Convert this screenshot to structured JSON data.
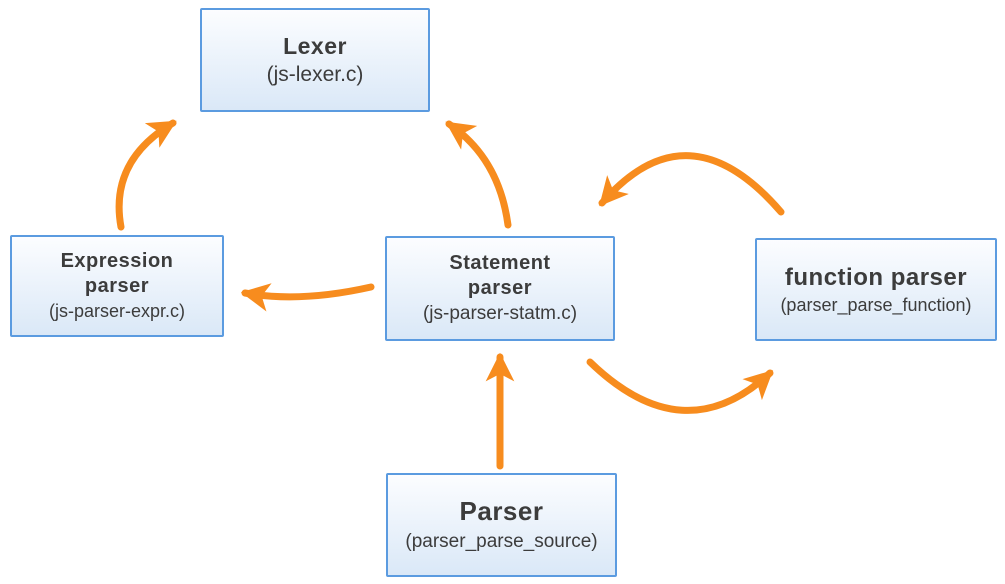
{
  "diagram": {
    "colors": {
      "background": "#ffffff",
      "accent_orange": "#F78C1E",
      "box_border": "#5B9BE0",
      "box_fill_top": "#FCFDFF",
      "box_fill_bottom": "#DAE8F7",
      "text_color": "#3C3C3C"
    },
    "nodes": [
      {
        "id": "lexer",
        "lines": [
          "Lexer"
        ],
        "subtitle": "(js-lexer.c)"
      },
      {
        "id": "expression-parser",
        "lines": [
          "Expression",
          "parser"
        ],
        "subtitle": "(js-parser-expr.c)"
      },
      {
        "id": "statement-parser",
        "lines": [
          "Statement",
          "parser"
        ],
        "subtitle": "(js-parser-statm.c)"
      },
      {
        "id": "function-parser",
        "lines": [
          "function parser"
        ],
        "subtitle": "(parser_parse_function)"
      },
      {
        "id": "parser",
        "lines": [
          "Parser"
        ],
        "subtitle": "(parser_parse_source)"
      }
    ],
    "edges": [
      {
        "from": "expression-parser",
        "to": "lexer"
      },
      {
        "from": "statement-parser",
        "to": "lexer"
      },
      {
        "from": "statement-parser",
        "to": "expression-parser"
      },
      {
        "from": "function-parser",
        "to": "statement-parser"
      },
      {
        "from": "statement-parser",
        "to": "function-parser"
      },
      {
        "from": "parser",
        "to": "statement-parser"
      }
    ]
  }
}
